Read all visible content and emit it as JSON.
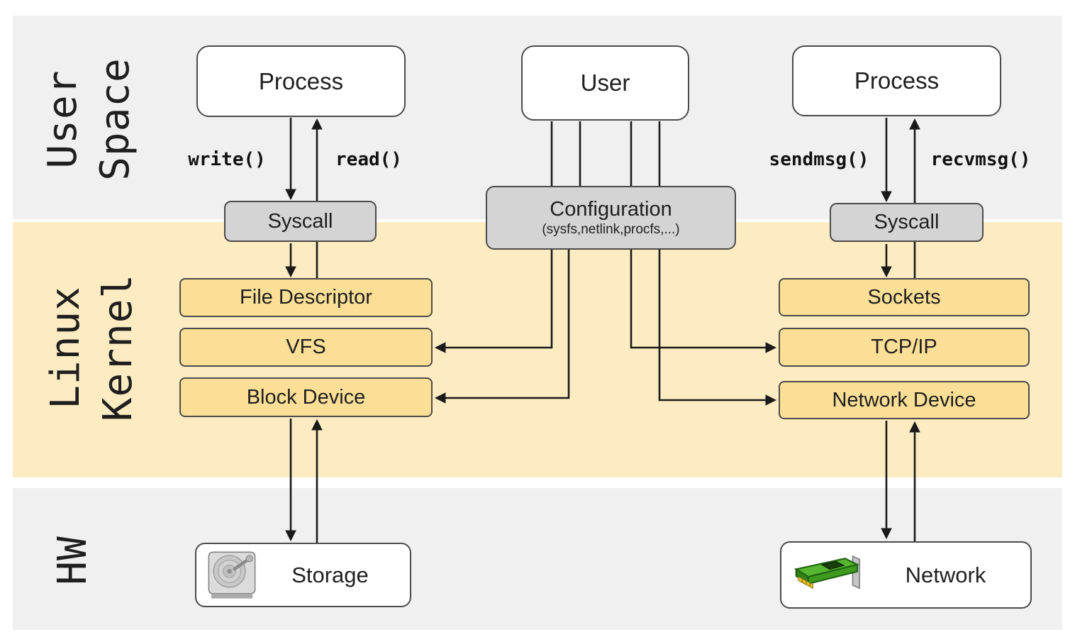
{
  "layers": {
    "user_space": {
      "line1": "User",
      "line2": "Space"
    },
    "kernel": {
      "line1": "Linux",
      "line2": "Kernel"
    },
    "hw": {
      "label": "HW"
    }
  },
  "boxes": {
    "process_left": "Process",
    "user": "User",
    "process_right": "Process"
  },
  "syscall_labels": {
    "write": "write()",
    "read": "read()",
    "sendmsg": "sendmsg()",
    "recvmsg": "recvmsg()"
  },
  "gateways": {
    "syscall_left": "Syscall",
    "syscall_right": "Syscall",
    "config_title": "Configuration",
    "config_subtitle": "(sysfs,netlink,procfs,...)"
  },
  "kernel": {
    "file_descriptor": "File Descriptor",
    "vfs": "VFS",
    "block_device": "Block Device",
    "sockets": "Sockets",
    "tcp_ip": "TCP/IP",
    "network_device": "Network Device"
  },
  "hw": {
    "storage": "Storage",
    "network": "Network"
  },
  "colors": {
    "band_gray": "#f0f0f0",
    "band_yellow": "#fdecc2",
    "box_yellow": "#fbdf96",
    "box_gray": "#d4d4d4",
    "box_white": "#ffffff",
    "border_dark": "#4b4b4b",
    "line": "#1a1a1a",
    "text": "#1f1f1f"
  }
}
